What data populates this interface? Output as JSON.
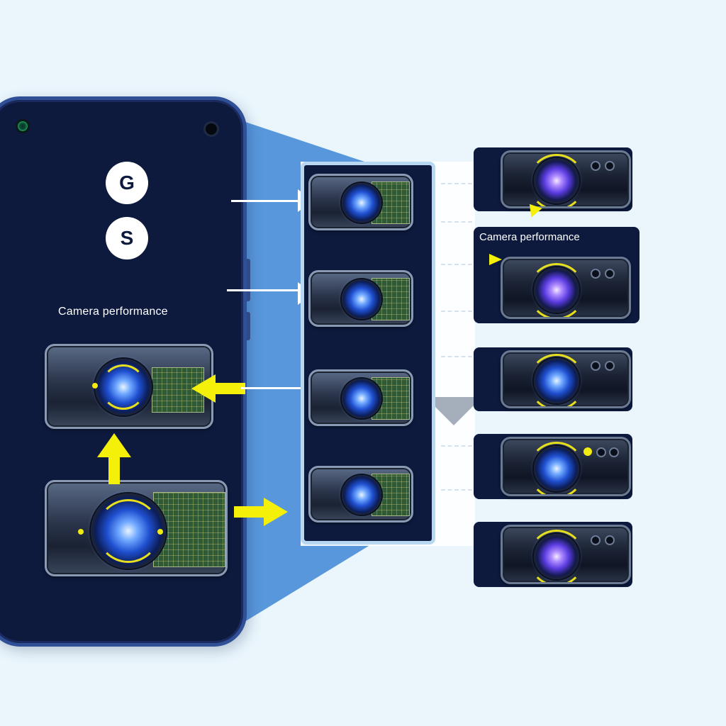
{
  "phone": {
    "badges": [
      "G",
      "S"
    ],
    "label": "Camera performance"
  },
  "callout": {
    "label": "Camera performance"
  },
  "colors": {
    "background": "#eaf6fc",
    "phone_body": "#0d1a3e",
    "phone_frame": "#2f4f96",
    "accent_yellow": "#f4f00a",
    "projection_blue": "#3f86d6"
  },
  "icons": [
    "front-camera-icon",
    "camera-module-icon",
    "lens-icon",
    "circuit-board-icon",
    "arrow-icon"
  ]
}
